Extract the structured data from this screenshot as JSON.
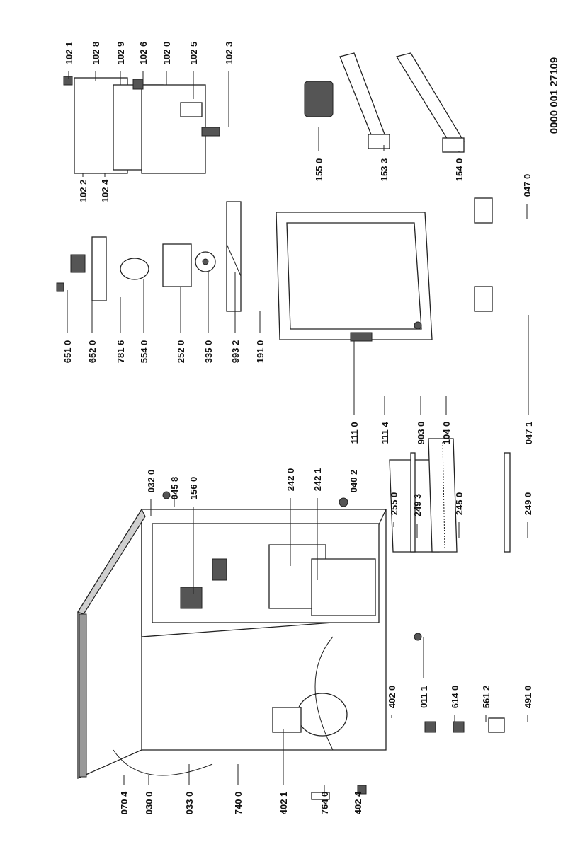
{
  "document_number": "0000 001 27109",
  "labels": [
    "102 1",
    "102 8",
    "102 9",
    "102 6",
    "102 0",
    "102 5",
    "102 3",
    "102 2",
    "102 4",
    "155 0",
    "153 3",
    "154 0",
    "047 0",
    "651 0",
    "652 0",
    "781 6",
    "554 0",
    "252 0",
    "335 0",
    "993 2",
    "191 0",
    "111 0",
    "111 4",
    "903 0",
    "104 0",
    "047 1",
    "032 0",
    "045 8",
    "156 0",
    "242 0",
    "242 1",
    "040 2",
    "255 0",
    "249 3",
    "245 0",
    "249 0",
    "070 4",
    "030 0",
    "033 0",
    "740 0",
    "402 1",
    "764 0",
    "402 4",
    "402 0",
    "011 1",
    "614 0",
    "561 2",
    "491 0"
  ]
}
